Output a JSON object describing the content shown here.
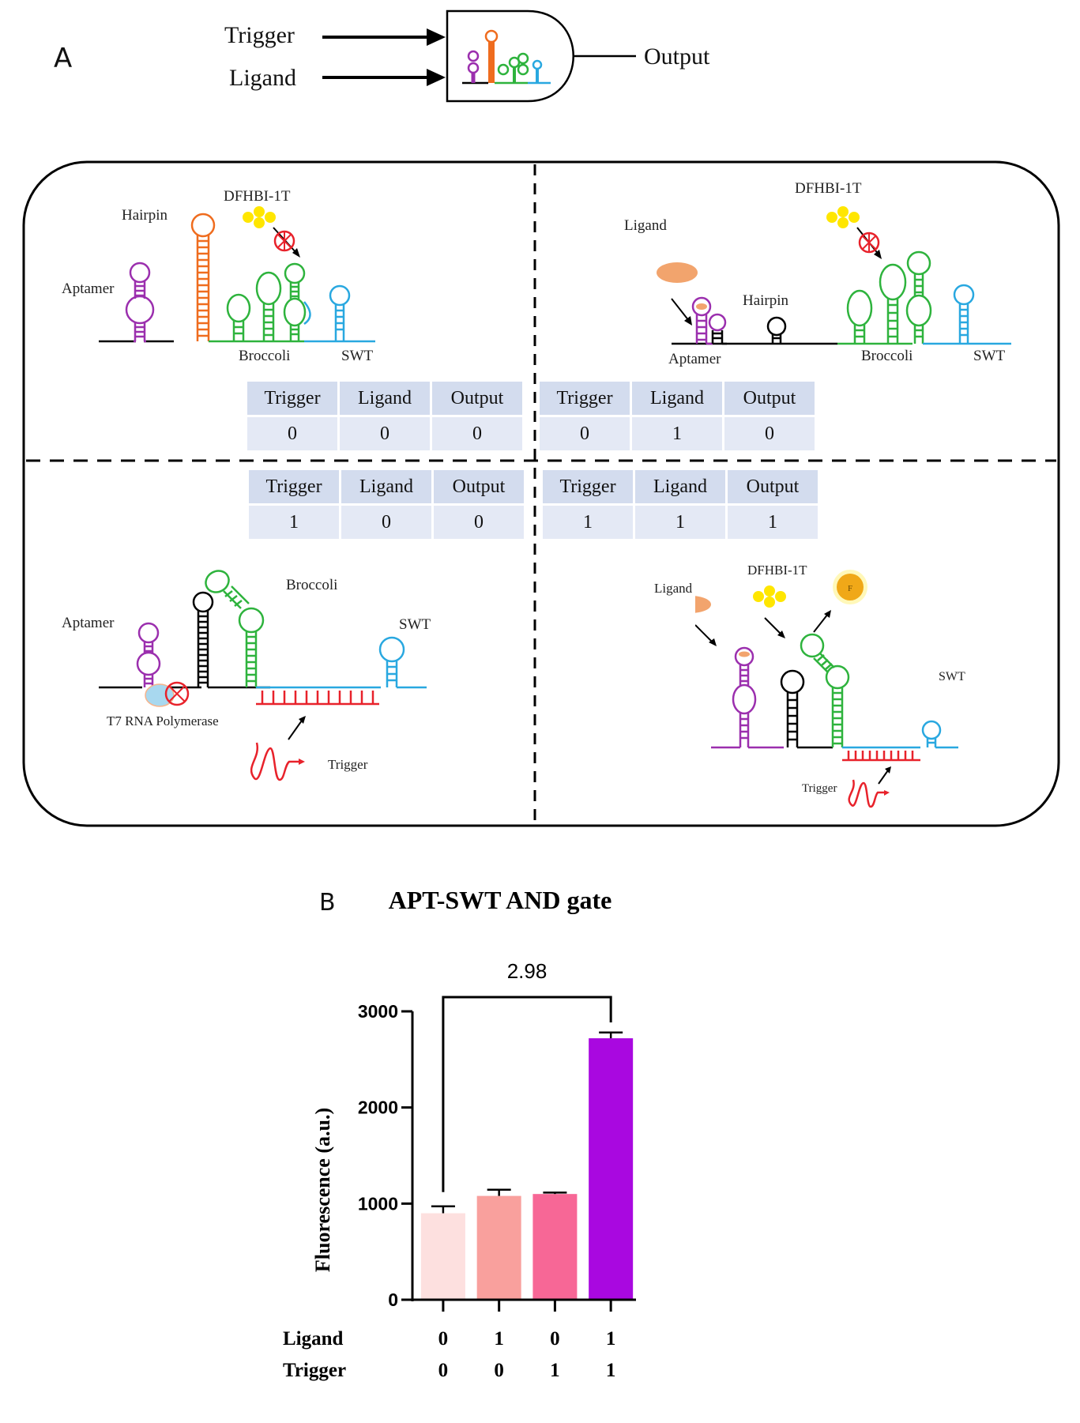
{
  "panel_a": {
    "label": "A",
    "gate": {
      "inputs": [
        "Trigger",
        "Ligand"
      ],
      "output": "Output"
    },
    "quadrants": [
      {
        "id": "top-left",
        "labels": {
          "aptamer": "Aptamer",
          "hairpin": "Hairpin",
          "dye": "DFHBI-1T",
          "broccoli": "Broccoli",
          "swt": "SWT"
        },
        "truth_table": {
          "headers": [
            "Trigger",
            "Ligand",
            "Output"
          ],
          "values": [
            "0",
            "0",
            "0"
          ]
        }
      },
      {
        "id": "top-right",
        "labels": {
          "ligand": "Ligand",
          "aptamer": "Aptamer",
          "hairpin": "Hairpin",
          "dye": "DFHBI-1T",
          "broccoli": "Broccoli",
          "swt": "SWT"
        },
        "truth_table": {
          "headers": [
            "Trigger",
            "Ligand",
            "Output"
          ],
          "values": [
            "0",
            "1",
            "0"
          ]
        }
      },
      {
        "id": "bottom-left",
        "labels": {
          "aptamer": "Aptamer",
          "broccoli": "Broccoli",
          "swt": "SWT",
          "polymerase": "T7 RNA Polymerase",
          "trigger": "Trigger"
        },
        "truth_table": {
          "headers": [
            "Trigger",
            "Ligand",
            "Output"
          ],
          "values": [
            "1",
            "0",
            "0"
          ]
        }
      },
      {
        "id": "bottom-right",
        "labels": {
          "ligand": "Ligand",
          "dye": "DFHBI-1T",
          "fluor": "F",
          "swt": "SWT",
          "trigger": "Trigger"
        },
        "truth_table": {
          "headers": [
            "Trigger",
            "Ligand",
            "Output"
          ],
          "values": [
            "1",
            "1",
            "1"
          ]
        }
      }
    ],
    "colors": {
      "aptamer": "#9b2fae",
      "hairpin": "#ef6c1e",
      "broccoli": "#2eb33d",
      "swt": "#29a8e0",
      "trigger": "#e8222b",
      "dye": "#ffe600",
      "ligand": "#f2a46d",
      "fluor": "#f0a818"
    }
  },
  "panel_b": {
    "label": "B"
  },
  "chart_data": {
    "type": "bar",
    "title": "APT-SWT AND gate",
    "xlabel": "",
    "ylabel": "Fluorescence (a.u.)",
    "ylim": [
      0,
      3000
    ],
    "yticks": [
      0,
      1000,
      2000,
      3000
    ],
    "grid": false,
    "categories": [
      "L0/T0",
      "L1/T0",
      "L0/T1",
      "L1/T1"
    ],
    "condition_rows": [
      {
        "name": "Ligand",
        "values": [
          "0",
          "1",
          "0",
          "1"
        ]
      },
      {
        "name": "Trigger",
        "values": [
          "0",
          "0",
          "1",
          "1"
        ]
      }
    ],
    "values": [
      900,
      1080,
      1100,
      2720
    ],
    "errors": [
      72,
      65,
      15,
      60
    ],
    "bar_colors": [
      "#fde0df",
      "#f9a09d",
      "#f76796",
      "#a908e0"
    ],
    "annotation": {
      "text": "2.98",
      "from_index": 0,
      "to_index": 3
    }
  }
}
